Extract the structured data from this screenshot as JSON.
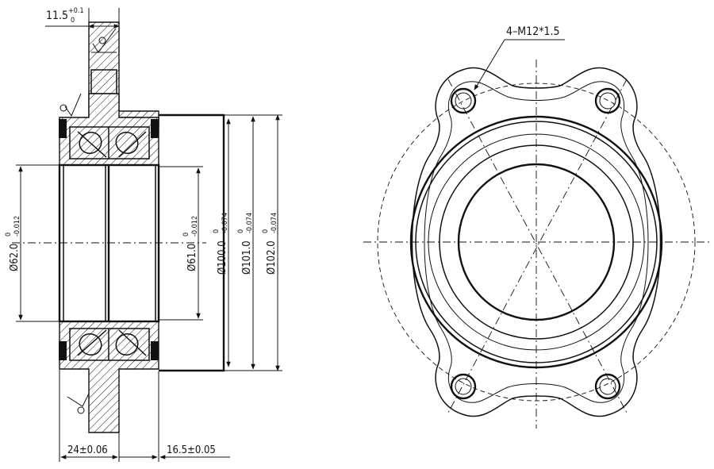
{
  "left_view": {
    "width_top": {
      "value": "11.5",
      "tol_upper": "+0.1",
      "tol_lower": "0"
    },
    "bore_dia": {
      "value": "Ø62.0",
      "tol_upper": "0",
      "tol_lower": "-0.012"
    },
    "pilot_dia": {
      "value": "Ø61.0",
      "tol_upper": "0",
      "tol_lower": "-0.012"
    },
    "dia_100": {
      "value": "Ø100.0",
      "tol_upper": "0",
      "tol_lower": "-0.074"
    },
    "dia_101": {
      "value": "Ø101.0",
      "tol_upper": "0",
      "tol_lower": "-0.074"
    },
    "dia_102": {
      "value": "Ø102.0",
      "tol_upper": "0",
      "tol_lower": "-0.074"
    },
    "width_bottom_left": "24±0.06",
    "width_bottom_right": "16.5±0.05"
  },
  "right_view": {
    "thread_callout": "4–M12*1.5"
  }
}
